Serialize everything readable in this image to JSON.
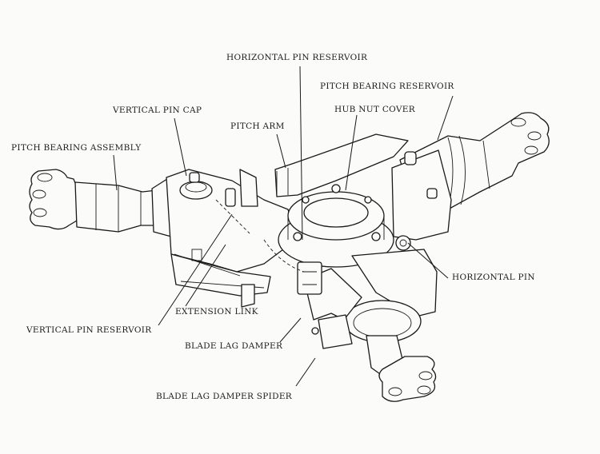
{
  "diagram": {
    "title": "Main rotor hub assembly",
    "labels": {
      "horizontal_pin_reservoir": "HORIZONTAL PIN RESERVOIR",
      "pitch_bearing_reservoir": "PITCH BEARING RESERVOIR",
      "vertical_pin_cap": "VERTICAL PIN CAP",
      "pitch_arm": "PITCH ARM",
      "hub_nut_cover": "HUB NUT COVER",
      "pitch_bearing_assembly": "PITCH BEARING ASSEMBLY",
      "horizontal_pin": "HORIZONTAL PIN",
      "extension_link": "EXTENSION LINK",
      "vertical_pin_reservoir": "VERTICAL PIN RESERVOIR",
      "blade_lag_damper": "BLADE LAG DAMPER",
      "blade_lag_damper_spider": "BLADE LAG DAMPER SPIDER"
    },
    "colors": {
      "ink": "#1a1a1a",
      "paper": "#fbfbf9"
    }
  }
}
